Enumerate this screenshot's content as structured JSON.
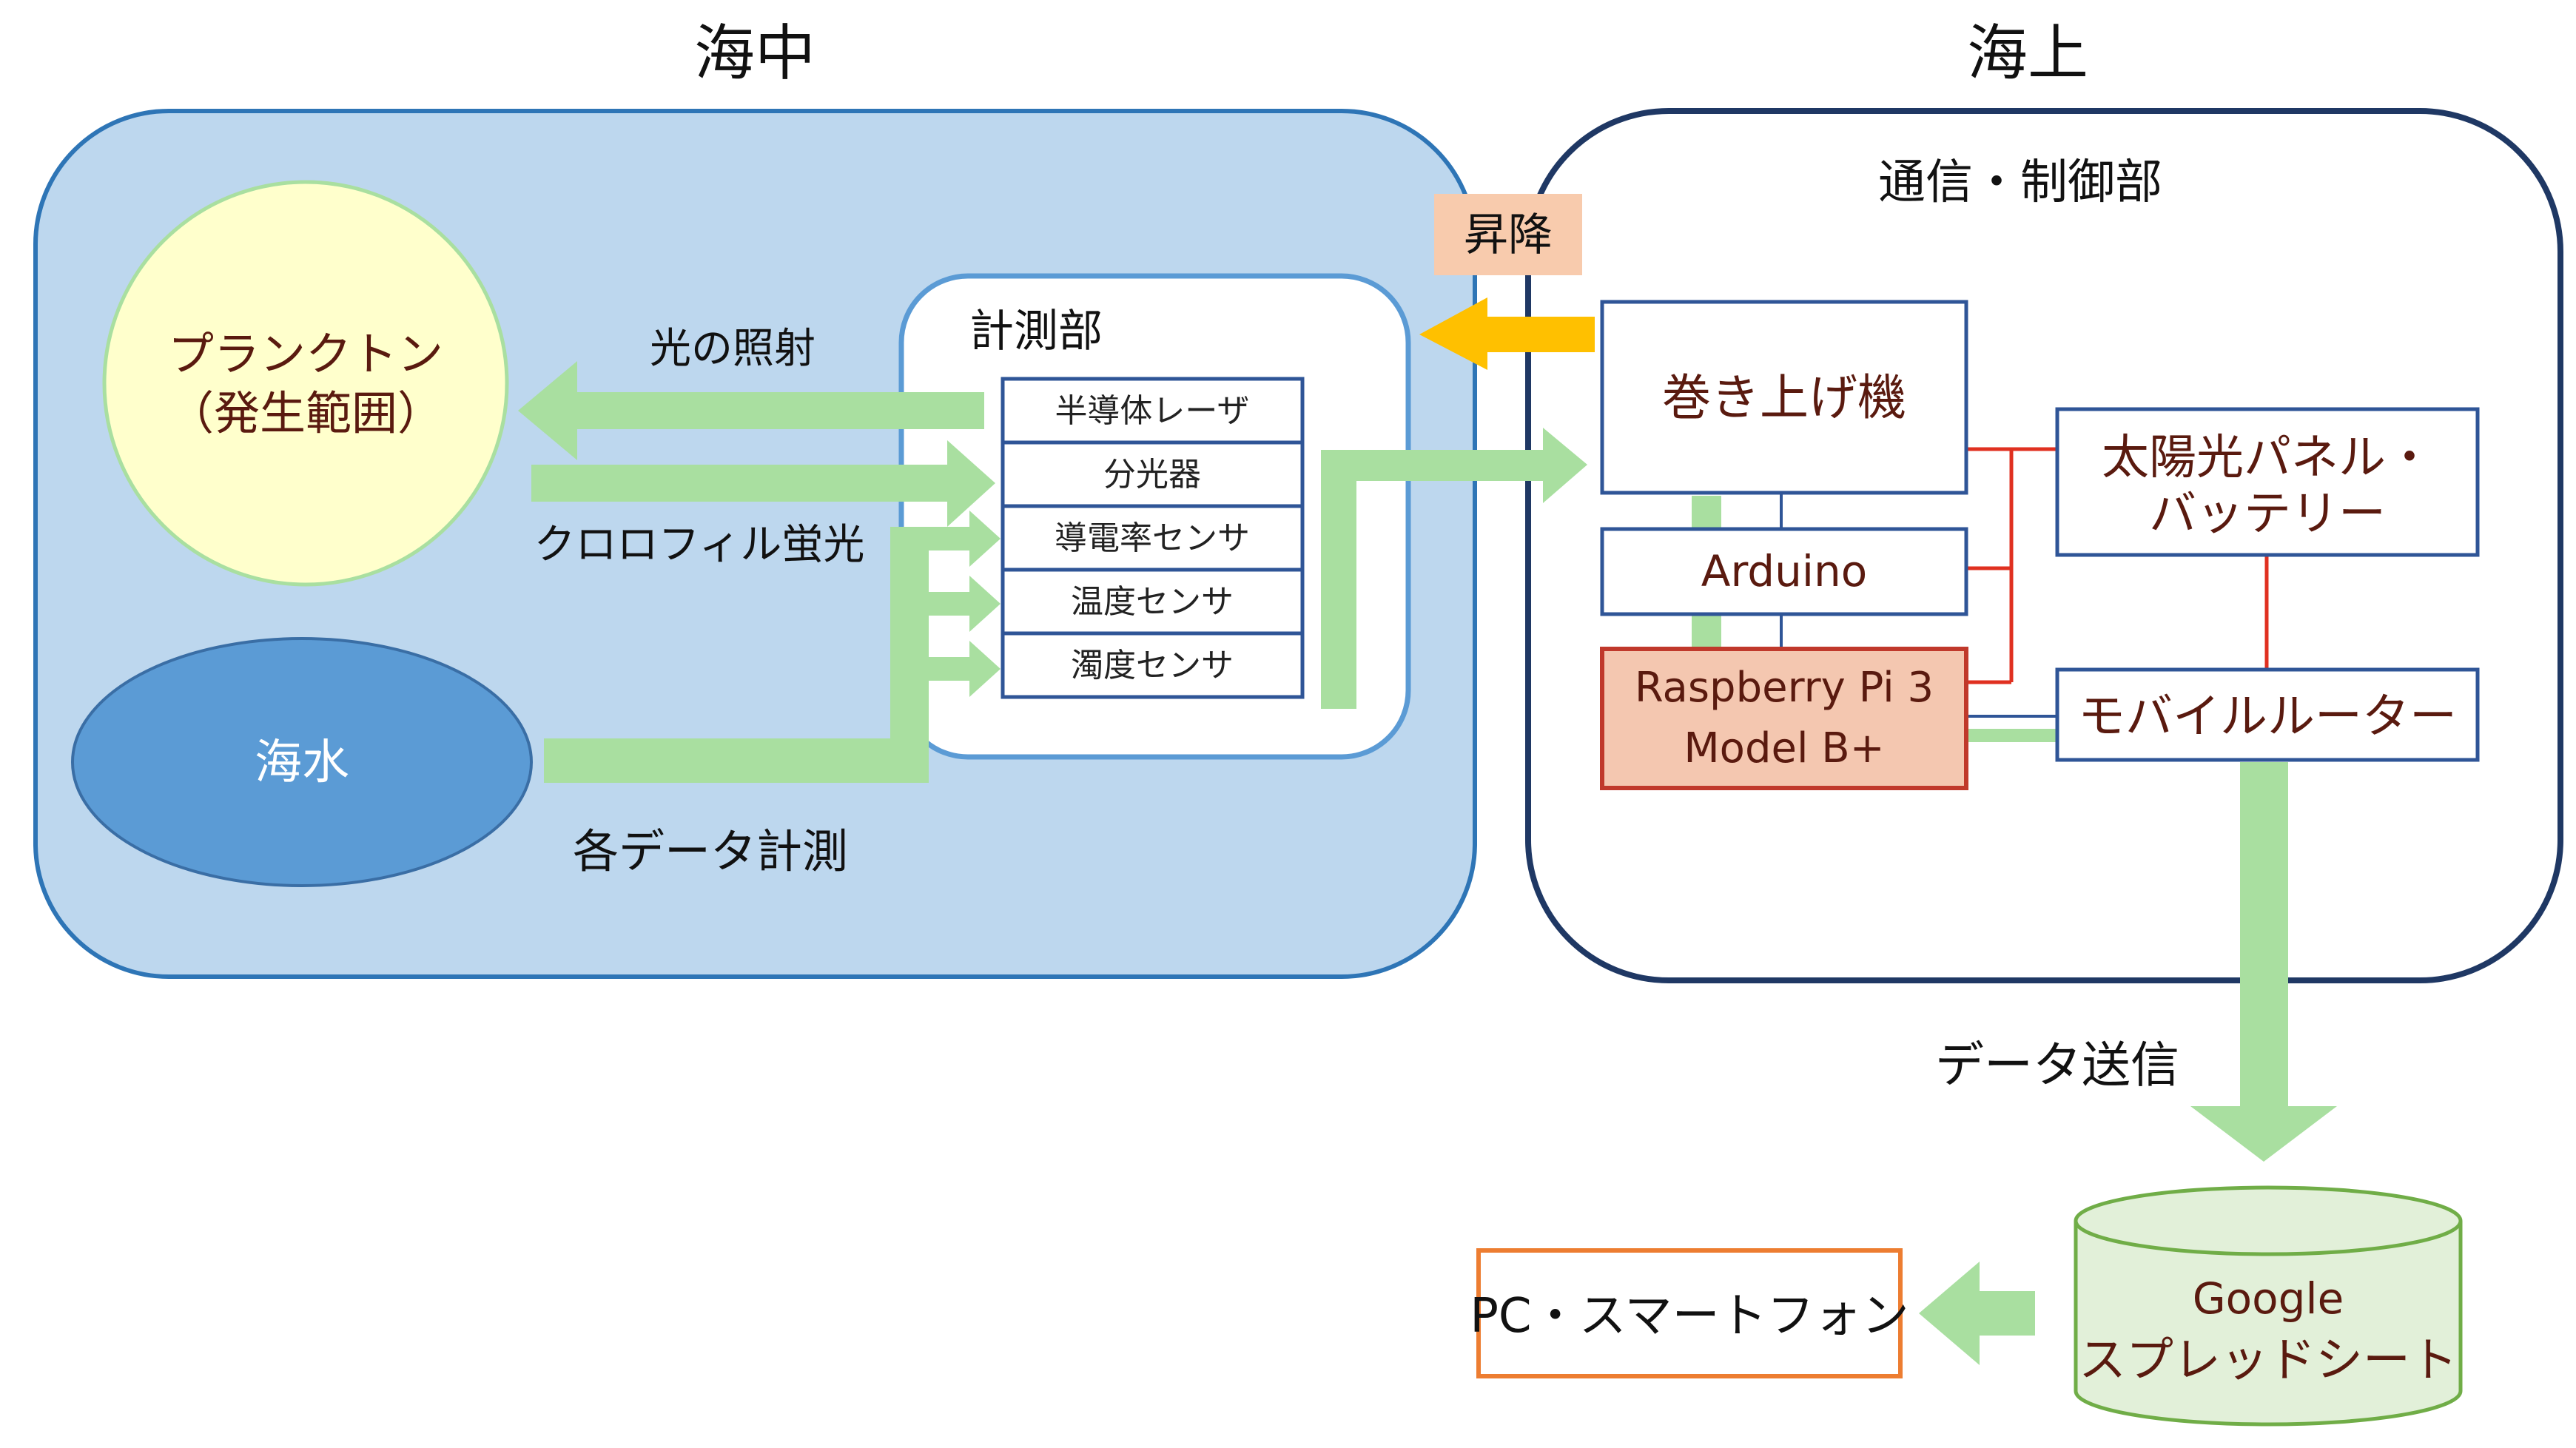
{
  "sections": {
    "sea_under": "海中",
    "sea_surface": "海上"
  },
  "plankton": {
    "line1": "プランクトン",
    "line2": "（発生範囲）"
  },
  "seawater": "海水",
  "measurement": {
    "title": "計測部",
    "sensors": [
      "半導体レーザ",
      "分光器",
      "導電率センサ",
      "温度センサ",
      "濁度センサ"
    ]
  },
  "labels": {
    "light_irradiation": "光の照射",
    "chlorophyll": "クロロフィル蛍光",
    "data_measure": "各データ計測",
    "lift": "昇降",
    "data_send": "データ送信"
  },
  "control": {
    "title": "通信・制御部",
    "winch": "巻き上げ機",
    "arduino": "Arduino",
    "raspberry_line1": "Raspberry Pi 3",
    "raspberry_line2": "Model B+",
    "solar_line1": "太陽光パネル・",
    "solar_line2": "バッテリー",
    "router": "モバイルルーター"
  },
  "sheet": {
    "line1": "Google",
    "line2": "スプレッドシート"
  },
  "pc": "PC・スマートフォン",
  "colors": {
    "undersea_fill": "#bdd7ee",
    "undersea_border": "#2e75b6",
    "surface_border": "#1f3864",
    "plankton_fill": "#ffffcc",
    "seawater_fill": "#5b9bd5",
    "arrow_green": "#a9dfa0",
    "arrow_yellow": "#ffc000",
    "lift_fill": "#f8cbad",
    "raspberry_fill": "#f4c7b0",
    "raspberry_border": "#c0392b",
    "power_line": "#e03020",
    "box_border": "#2f5597",
    "pc_border": "#ed7d31",
    "sheet_fill": "#e2f0d9",
    "sheet_border": "#70ad47"
  }
}
